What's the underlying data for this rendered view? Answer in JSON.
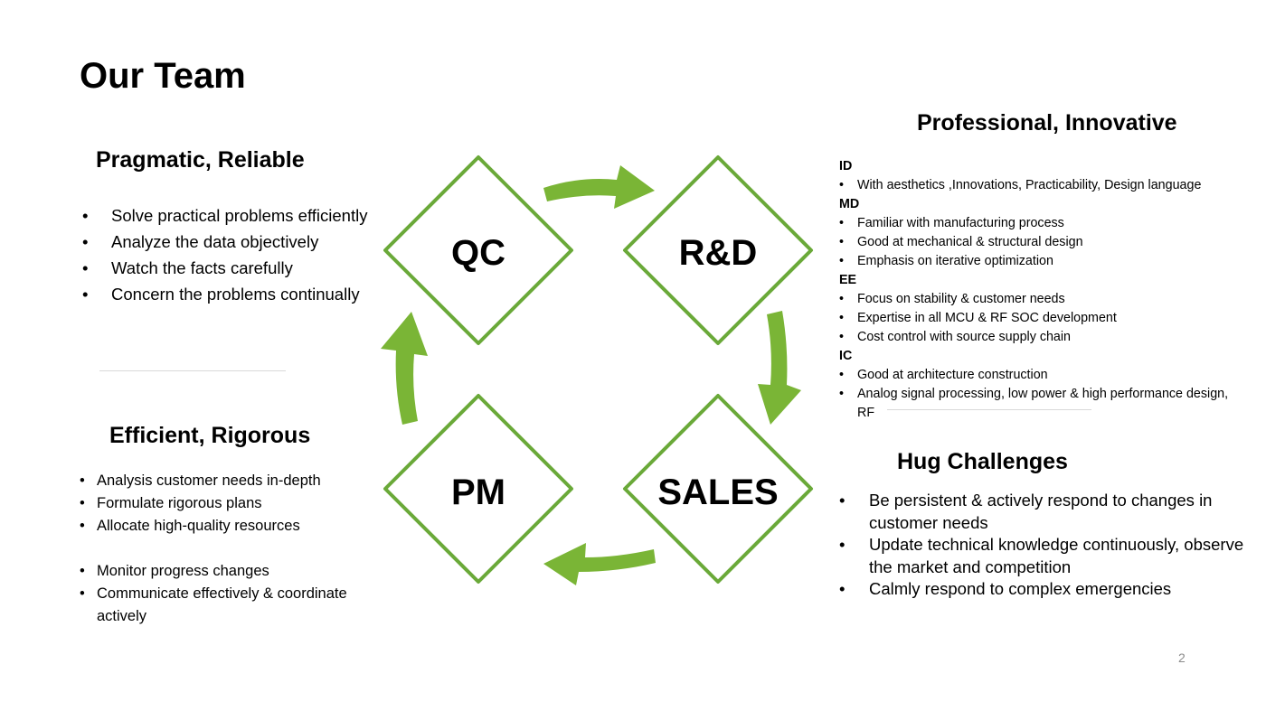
{
  "slide": {
    "title": "Our Team",
    "page_number": "2"
  },
  "colors": {
    "accent": "#6aa939",
    "arrow": "#7ab536",
    "text": "#000000"
  },
  "diagram": {
    "roles": [
      "QC",
      "R&D",
      "PM",
      "SALES"
    ]
  },
  "pragmatic": {
    "heading": "Pragmatic, Reliable",
    "items": [
      "Solve practical problems efficiently",
      "Analyze the data objectively",
      "Watch the facts carefully",
      "Concern the problems continually"
    ]
  },
  "efficient": {
    "heading": "Efficient, Rigorous",
    "items": [
      "Analysis customer needs in-depth",
      "Formulate rigorous plans",
      "Allocate high-quality resources",
      "Monitor progress changes",
      "Communicate effectively & coordinate actively"
    ]
  },
  "professional": {
    "heading": "Professional, Innovative",
    "groups": [
      {
        "name": "ID",
        "items": [
          "With aesthetics ,Innovations, Practicability, Design language"
        ]
      },
      {
        "name": "MD",
        "items": [
          "Familiar with manufacturing process",
          "Good at mechanical & structural design",
          "Emphasis on iterative optimization"
        ]
      },
      {
        "name": "EE",
        "items": [
          "Focus on stability & customer needs",
          "Expertise in all MCU & RF SOC development",
          "Cost control with source supply chain"
        ]
      },
      {
        "name": "IC",
        "items": [
          "Good at architecture construction",
          "Analog signal processing, low power & high performance design, RF"
        ]
      }
    ]
  },
  "challenges": {
    "heading": "Hug Challenges",
    "items": [
      "Be persistent & actively respond to changes in customer needs",
      "Update technical knowledge continuously, observe the market and competition",
      "Calmly respond to complex emergencies"
    ]
  }
}
